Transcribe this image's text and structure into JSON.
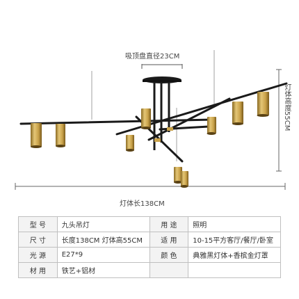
{
  "dimensions": {
    "mount_label": "吸顶盘直径23CM",
    "length_label": "灯体长138CM",
    "height_label": "灯体高度55CM"
  },
  "colors": {
    "arm": "#1a1a1a",
    "shade_gold": "#c9a24a",
    "shade_highlight": "#e6c878",
    "shade_dark": "#6b4e18"
  },
  "specs": [
    {
      "k1": "型 号",
      "v1": "九头吊灯",
      "k2": "用 途",
      "v2": "照明"
    },
    {
      "k1": "尺 寸",
      "v1": "长度138CM 灯体高55CM",
      "k2": "适 用",
      "v2": "10-15平方客厅/餐厅/卧室"
    },
    {
      "k1": "光 源",
      "v1": "E27*9",
      "k2": "颜 色",
      "v2": "典雅黑灯体+香槟金灯罩"
    },
    {
      "k1": "材 用",
      "v1": "铁艺+铝材",
      "k2": "",
      "v2": ""
    }
  ]
}
